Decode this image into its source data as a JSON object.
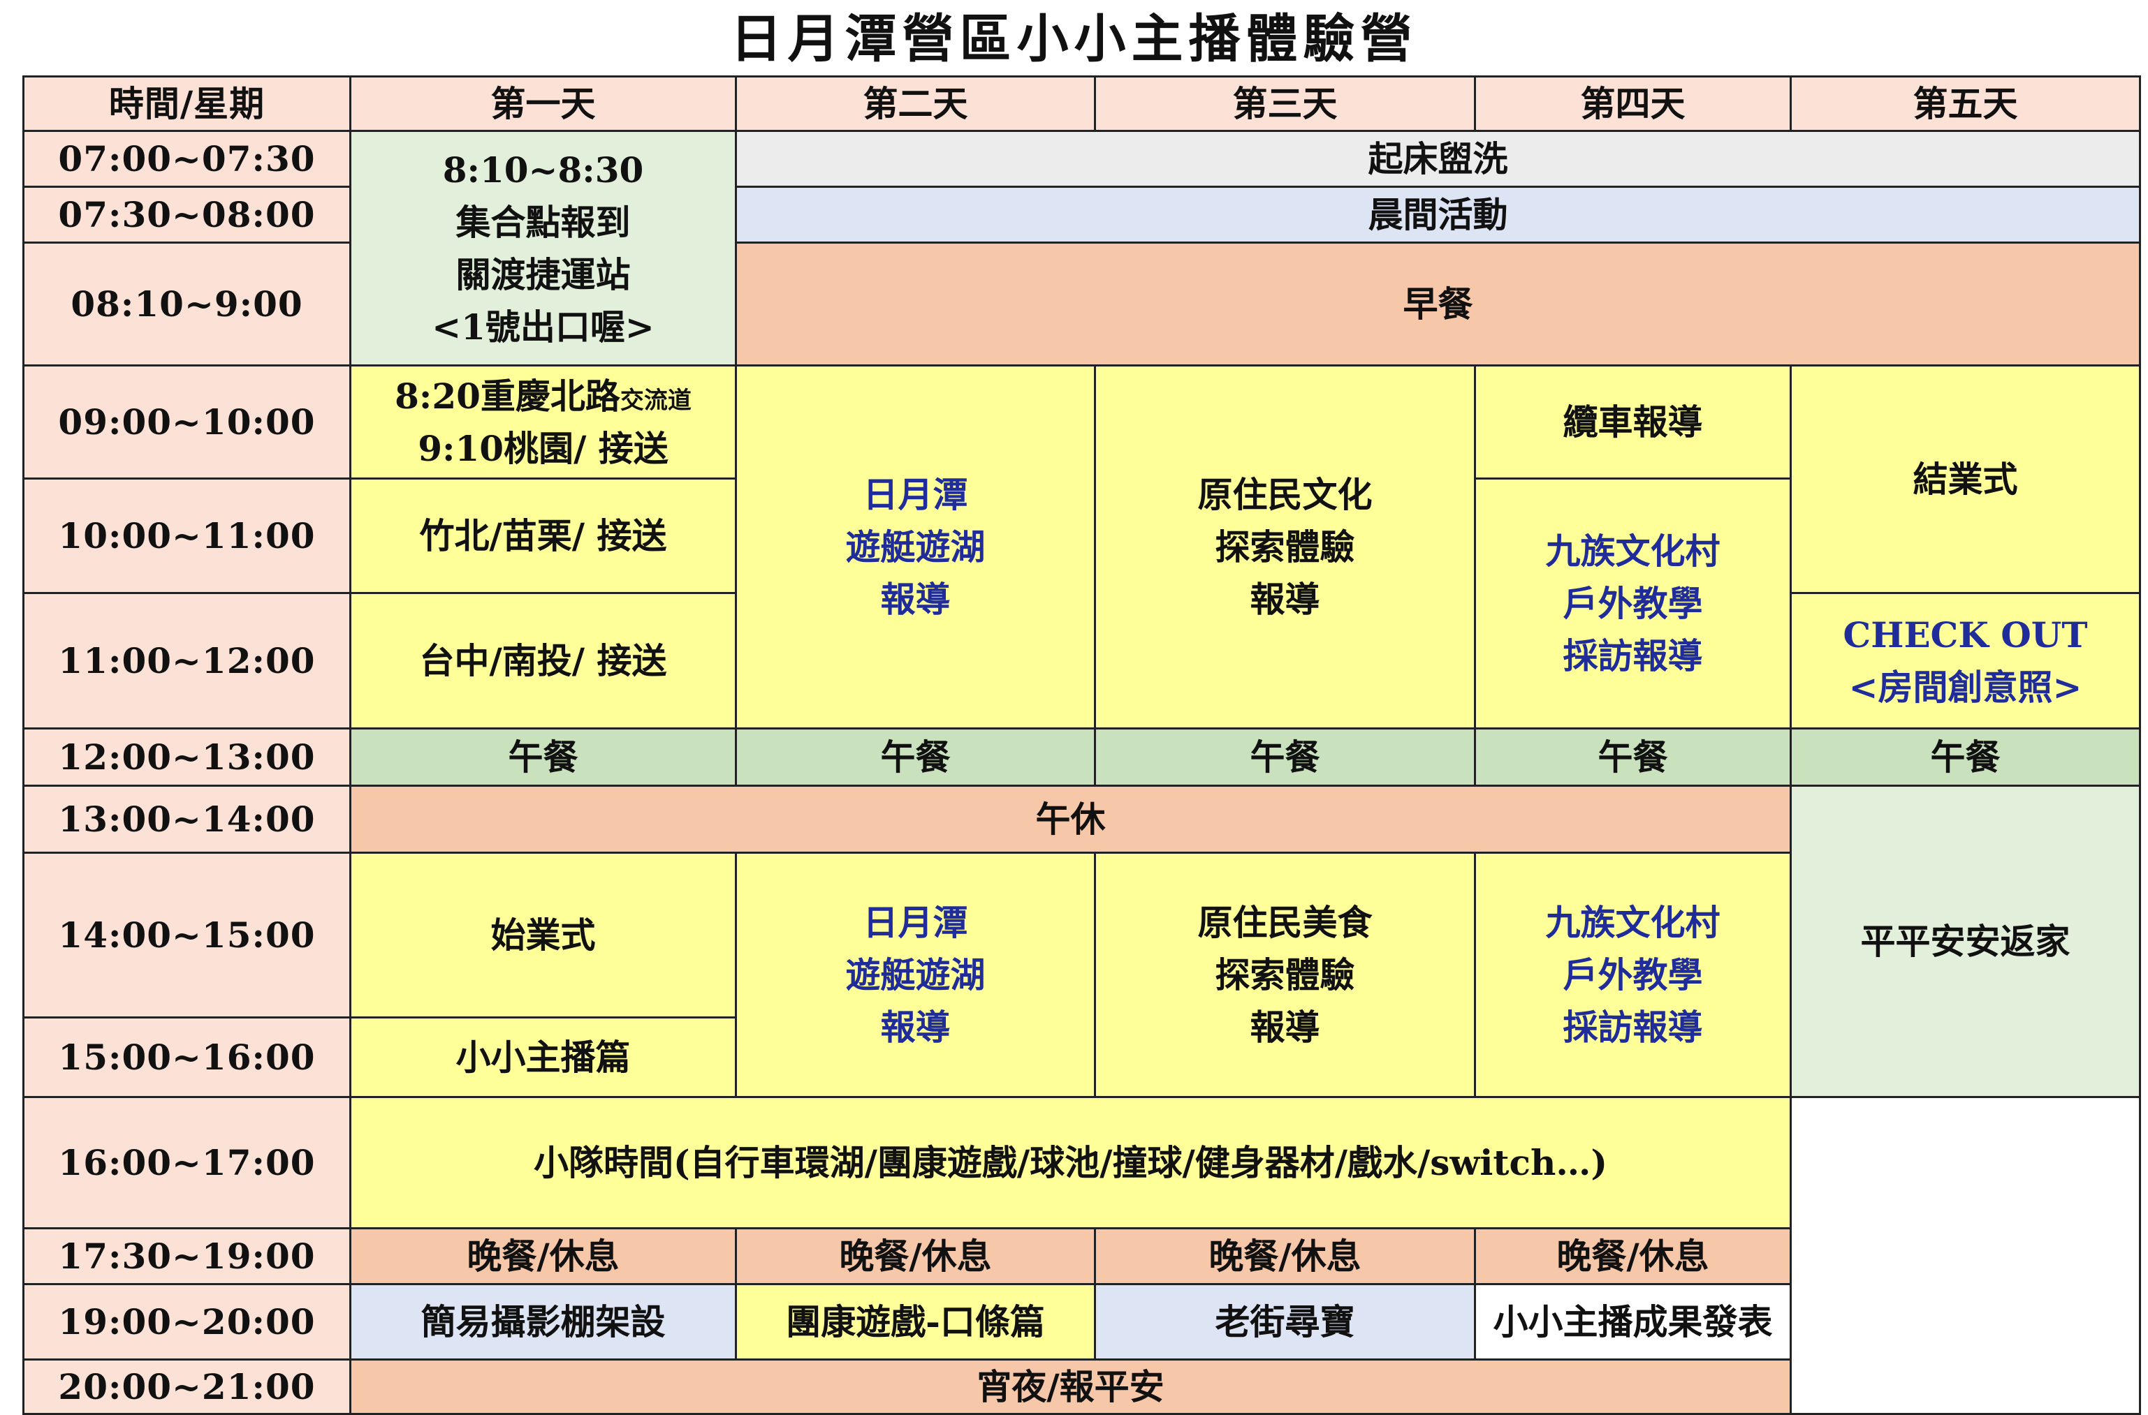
{
  "title": "日月潭營區小小主播體驗營",
  "header": {
    "corner": "時間/星期",
    "days": [
      "第一天",
      "第二天",
      "第三天",
      "第四天",
      "第五天"
    ]
  },
  "times": [
    "07:00~07:30",
    "07:30~08:00",
    "08:10~9:00",
    "09:00~10:00",
    "10:00~11:00",
    "11:00~12:00",
    "12:00~13:00",
    "13:00~14:00",
    "14:00~15:00",
    "15:00~16:00",
    "16:00~17:00",
    "17:30~19:00",
    "19:00~20:00",
    "20:00~21:00"
  ],
  "day1": {
    "checkin": [
      "8:10~8:30",
      "集合點報到",
      "關渡捷運站",
      "<1號出口喔>"
    ],
    "pickup1_line1": "8:20重慶北路",
    "pickup1_small": "交流道",
    "pickup1_line2": "9:10桃園/ 接送",
    "pickup2": "竹北/苗栗/ 接送",
    "pickup3": "台中/南投/ 接送",
    "opening": "始業式",
    "anchor": "小小主播篇",
    "evening": "簡易攝影棚架設"
  },
  "shared": {
    "wakeup": "起床盥洗",
    "morning": "晨間活動",
    "breakfast": "早餐",
    "lunch": "午餐",
    "nap": "午休",
    "team_time": "小隊時間(自行車環湖/團康遊戲/球池/撞球/健身器材/戲水/switch…)",
    "dinner": "晚餐/休息",
    "supper": "宵夜/報平安"
  },
  "day2": {
    "am": [
      "日月潭",
      "遊艇遊湖",
      "報導"
    ],
    "pm": [
      "日月潭",
      "遊艇遊湖",
      "報導"
    ],
    "evening": "團康遊戲-口條篇"
  },
  "day3": {
    "am": [
      "原住民文化",
      "探索體驗",
      "報導"
    ],
    "pm": [
      "原住民美食",
      "探索體驗",
      "報導"
    ],
    "evening": "老街尋寶"
  },
  "day4": {
    "cable": "纜車報導",
    "am": [
      "九族文化村",
      "戶外教學",
      "採訪報導"
    ],
    "pm": [
      "九族文化村",
      "戶外教學",
      "採訪報導"
    ],
    "evening": "小小主播成果發表"
  },
  "day5": {
    "closing": "結業式",
    "checkout": [
      "CHECK OUT",
      "<房間創意照>"
    ],
    "home": "平平安安返家"
  }
}
